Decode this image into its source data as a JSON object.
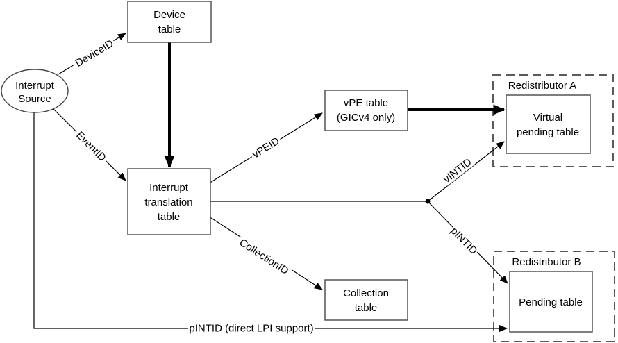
{
  "nodes": {
    "interrupt_source": {
      "line1": "Interrupt",
      "line2": "Source"
    },
    "device_table": {
      "line1": "Device",
      "line2": "table"
    },
    "interrupt_translation_table": {
      "line1": "Interrupt",
      "line2": "translation",
      "line3": "table"
    },
    "vpe_table": {
      "line1": "vPE table",
      "line2": "(GICv4 only)"
    },
    "collection_table": {
      "line1": "Collection",
      "line2": "table"
    },
    "redistributor_a": {
      "label": "Redistributor A"
    },
    "virtual_pending_table": {
      "line1": "Virtual",
      "line2": "pending table"
    },
    "redistributor_b": {
      "label": "Redistributor B"
    },
    "pending_table": {
      "label": "Pending table"
    }
  },
  "edges": {
    "device_id": {
      "label": "DeviceID"
    },
    "event_id": {
      "label": "EventID"
    },
    "vpe_id": {
      "label": "vPEID"
    },
    "v_intid": {
      "label": "vINTID"
    },
    "p_intid": {
      "label": "pINTID"
    },
    "collection_id": {
      "label": "CollectionID"
    },
    "direct_lpi": {
      "label": "pINTID (direct LPI support)"
    }
  },
  "colors": {
    "background": "#ffffff",
    "arrow_line": "#000000",
    "box_border": "#545454",
    "dashed_border": "#5b5b5b",
    "text": "#000000"
  }
}
